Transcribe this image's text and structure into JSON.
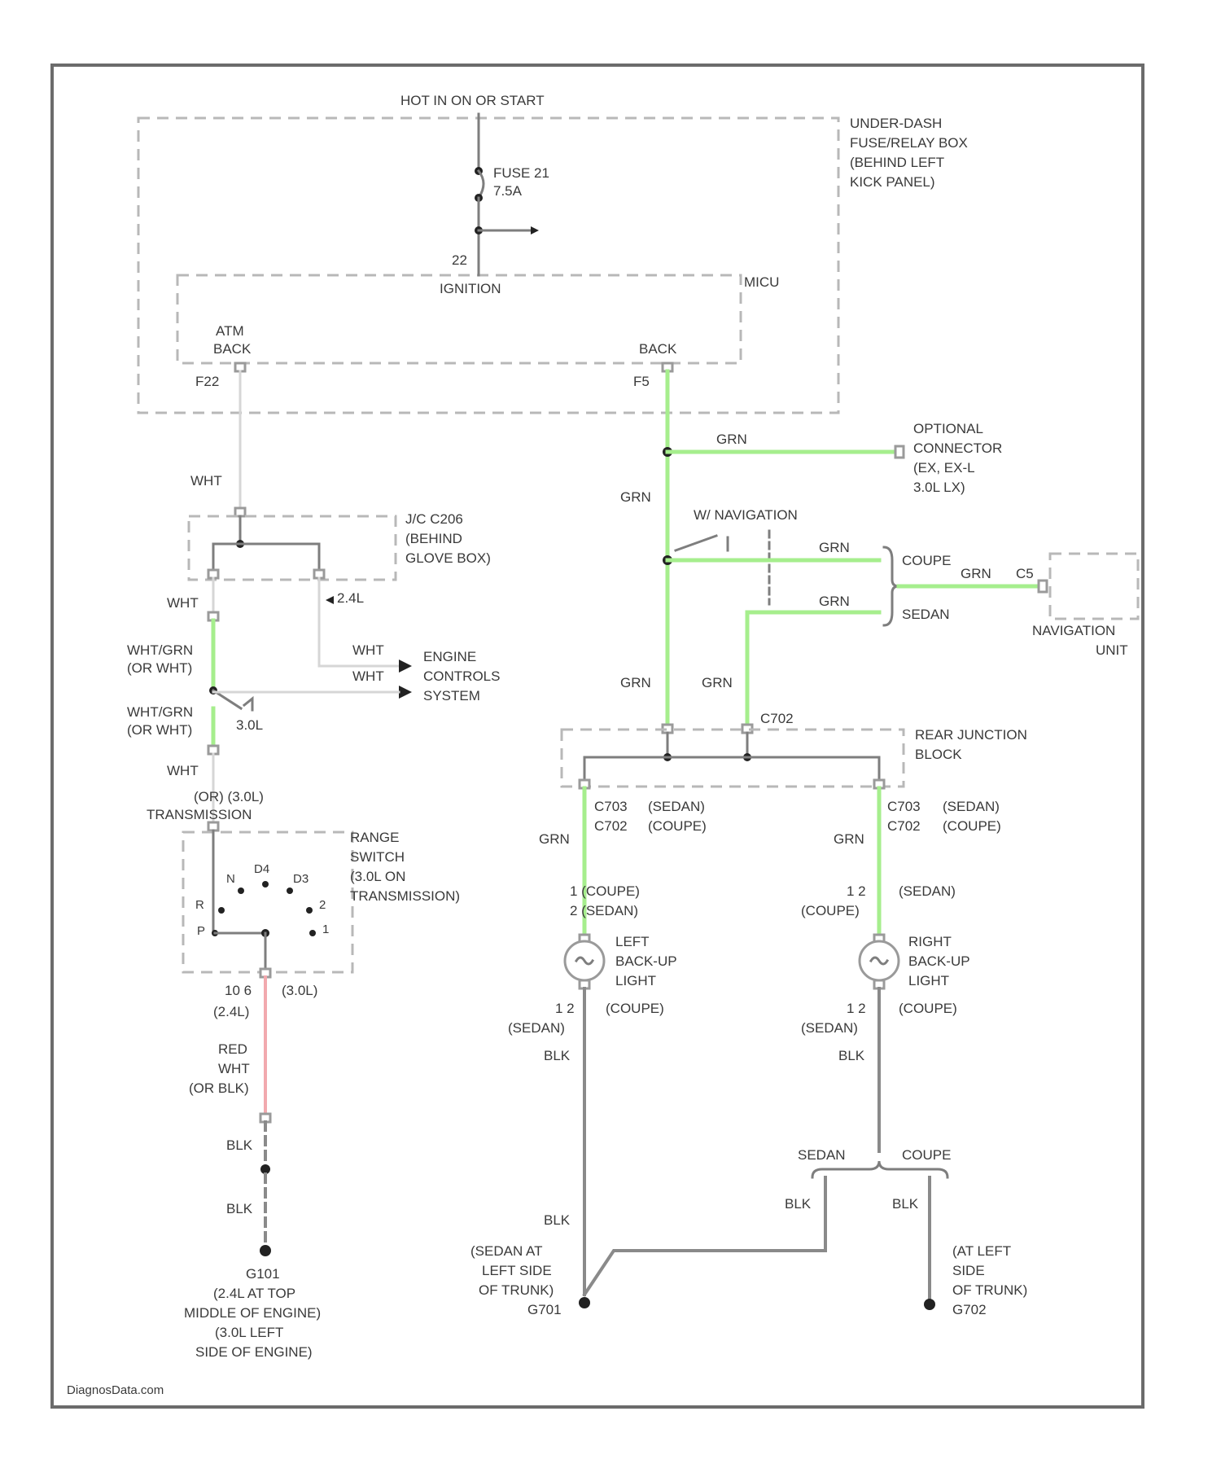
{
  "power": {
    "hot_label": "HOT IN ON OR START",
    "fuse_name": "FUSE 21",
    "fuse_rating": "7.5A",
    "fuse_pin": "22",
    "fuse_box": [
      "UNDER-DASH",
      "FUSE/RELAY BOX",
      "(BEHIND LEFT",
      "KICK PANEL)"
    ]
  },
  "micu": {
    "name": "MICU",
    "ignition_label": "IGNITION",
    "atm_back": [
      "ATM",
      "BACK"
    ],
    "back": "BACK",
    "pin_left": "F22",
    "pin_right": "F5"
  },
  "left_circuit": {
    "wire_wht": "WHT",
    "joint": [
      "J/C C206",
      "(BEHIND",
      "GLOVE BOX)"
    ],
    "v24": "2.4L",
    "wht_grn_1": [
      "WHT/GRN",
      "(OR WHT)"
    ],
    "wht_grn_2": [
      "WHT/GRN",
      "(OR WHT)"
    ],
    "v30": "3.0L",
    "engine": [
      "ENGINE",
      "CONTROLS",
      "SYSTEM"
    ],
    "wht_a": "WHT",
    "wht_b": "WHT",
    "wht_c": "WHT",
    "trans_top": "(OR) (3.0L)",
    "trans_label": "TRANSMISSION",
    "range_switch": [
      "RANGE",
      "SWITCH",
      "(3.0L ON",
      "TRANSMISSION)"
    ],
    "positions": [
      "R",
      "N",
      "D4",
      "D3",
      "2",
      "1",
      "P"
    ],
    "pin_bottom": "10 6",
    "pin_24": "(2.4L)",
    "pin_30": "(3.0L)",
    "red_wire": [
      "RED",
      "WHT",
      "(OR BLK)"
    ],
    "blk_1": "BLK",
    "blk_2": "BLK",
    "ground": [
      "G101",
      "(2.4L AT TOP",
      "MIDDLE OF ENGINE)",
      "(3.0L LEFT",
      "SIDE OF ENGINE)"
    ]
  },
  "right_circuit": {
    "grn_branch": "GRN",
    "optional_connector": [
      "OPTIONAL",
      "CONNECTOR",
      "(EX, EX-L",
      "3.0L LX)"
    ],
    "grn_main": "GRN",
    "nav_label": "W/ NAVIGATION",
    "grn_coupe": "GRN",
    "grn_sedan": "GRN",
    "coupe": "COUPE",
    "sedan": "SEDAN",
    "grn_nav": "GRN",
    "nav_pin": "C5",
    "nav_unit": [
      "NAVIGATION",
      "UNIT"
    ],
    "grn_left": "GRN",
    "grn_right": "GRN",
    "c702": "C702",
    "rear_junction": [
      "REAR JUNCTION",
      "BLOCK"
    ],
    "lj_pins": [
      "C703",
      "C702"
    ],
    "lj_variants": [
      "(SEDAN)",
      "(COUPE)"
    ],
    "rj_pins": [
      "C703",
      "C702"
    ],
    "rj_variants": [
      "(SEDAN)",
      "(COUPE)"
    ],
    "grn_lbl_l": "GRN",
    "grn_lbl_r": "GRN",
    "ll_top": [
      "1 (COUPE)",
      "2 (SEDAN)"
    ],
    "rl_top": [
      "1 2",
      "(COUPE)",
      "(SEDAN)"
    ],
    "left_light": [
      "LEFT",
      "BACK-UP",
      "LIGHT"
    ],
    "right_light": [
      "RIGHT",
      "BACK-UP",
      "LIGHT"
    ],
    "ll_bot": [
      "1 2",
      "(SEDAN)",
      "(COUPE)"
    ],
    "rl_bot": [
      "1 2",
      "(SEDAN)",
      "(COUPE)"
    ],
    "blk_l": "BLK",
    "blk_r": "BLK",
    "split_sedan": "SEDAN",
    "split_coupe": "COUPE",
    "blk_sedan": "BLK",
    "blk_coupe": "BLK",
    "blk_g": "BLK",
    "g501": [
      "(SEDAN AT",
      "LEFT SIDE",
      "OF TRUNK)",
      "G701"
    ],
    "g502": [
      "(AT LEFT",
      "SIDE",
      "OF TRUNK)",
      "G702"
    ]
  },
  "watermark": "DiagnosData.com",
  "colors": {
    "grn_wire": "#a6ee8d",
    "wht_wire": "#d6d6d6",
    "blk_wire": "#8a8a8a",
    "red_wire": "#f2a9ae"
  }
}
